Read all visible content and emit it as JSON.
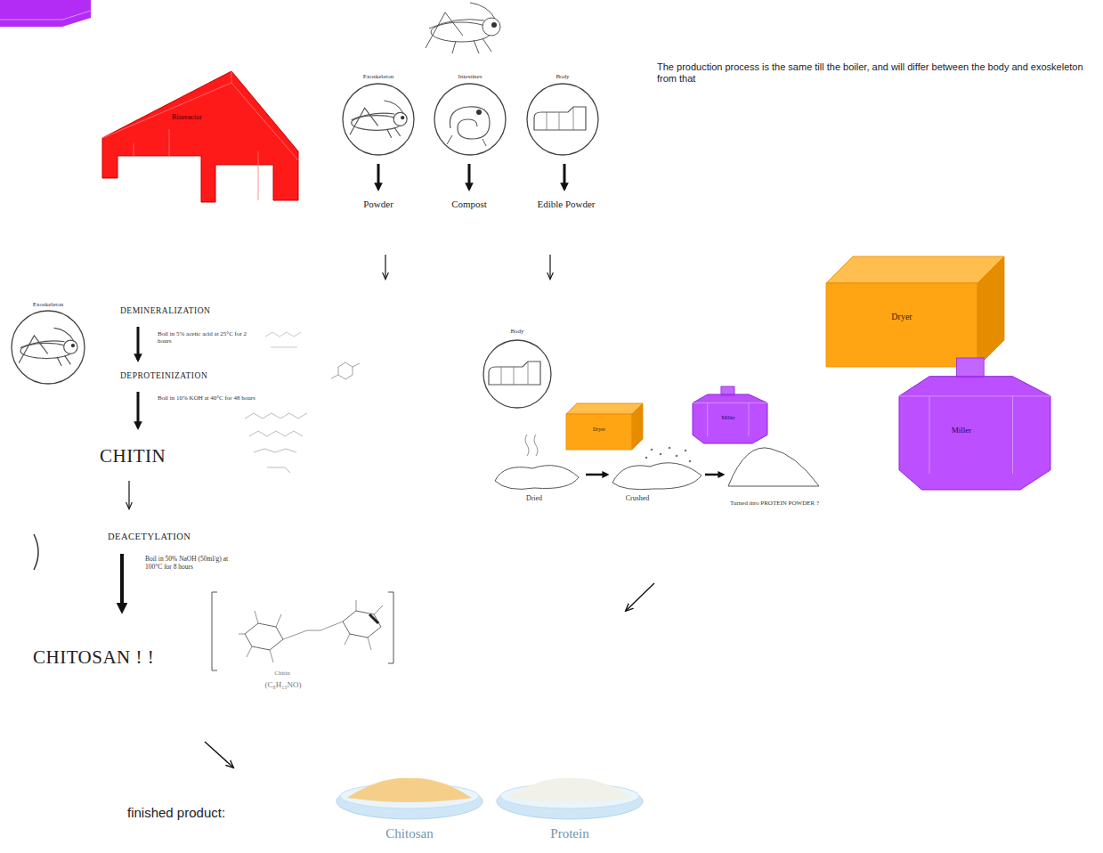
{
  "diagram": {
    "nodes": [
      {
        "text": [
          "Bioreactor"
        ]
      },
      {
        "text": [
          "Exoskeleton"
        ]
      },
      {
        "text": [
          "Intestines"
        ]
      },
      {
        "text": [
          "Body"
        ]
      },
      {
        "text": [
          "Dryer"
        ]
      },
      {
        "text": [
          "Exoskeleton"
        ]
      },
      {
        "text": [
          "Body"
        ]
      },
      {
        "text": [
          "Miller"
        ]
      },
      {
        "text": [
          "Dryer"
        ]
      },
      {
        "text": [
          "Miller"
        ]
      },
      {
        "text": [
          "Chitosan"
        ]
      },
      {
        "text": [
          "Protein"
        ]
      }
    ],
    "labels": [
      "The production process is the same till the boiler, and will differ between the body and exoskeleton from that",
      "Powder",
      "Compost",
      "Edible Powder",
      "DEMINERALIZATION",
      "Boil in 5% acetic acid at 25°C for 2 hours",
      "DEPROTEINIZATION",
      "Boil in 10% KOH at 40°C for 48 hours",
      "CHITIN",
      "DEACETYLATION",
      "Boil in 50% NaOH (50ml/g) at 100°C for 8 hours",
      "CHITOSAN ! !",
      "Chitin",
      "(C₈H₁₃NO)",
      "Dried",
      "Crushed",
      "Turned into PROTEIN POWDER ?",
      "finished product:"
    ]
  }
}
